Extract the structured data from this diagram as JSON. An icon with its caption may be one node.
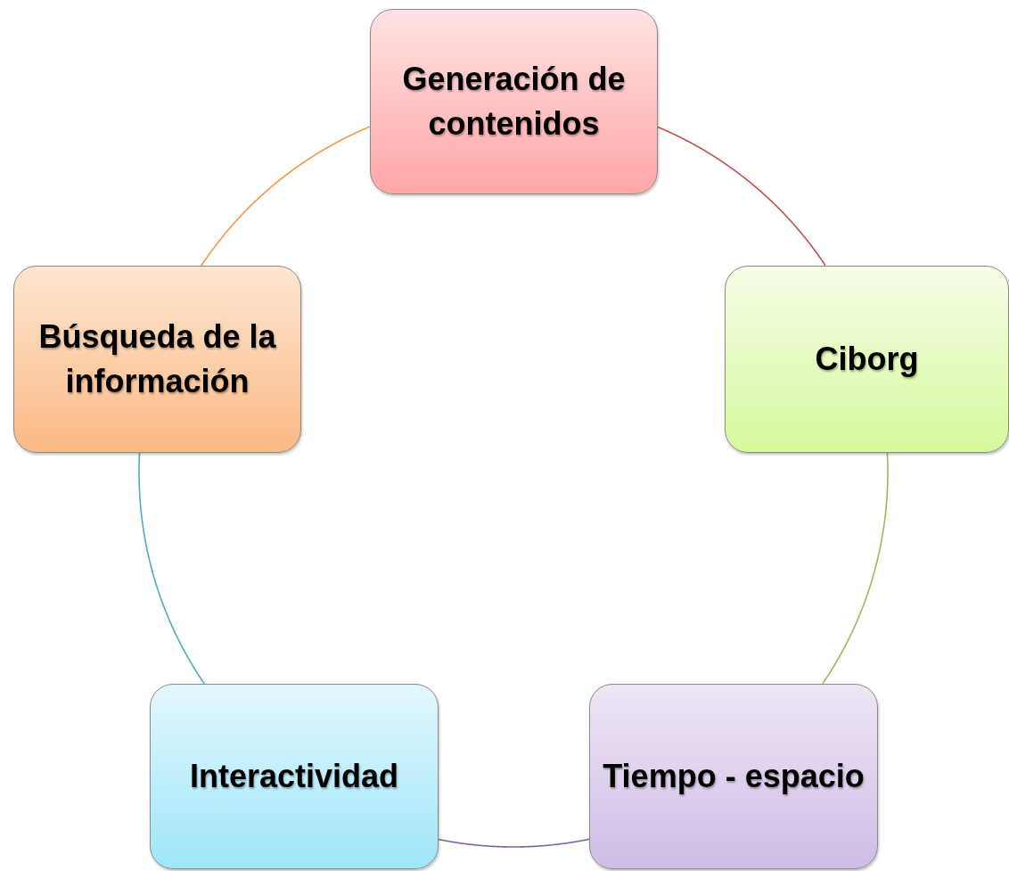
{
  "diagram": {
    "nodes": [
      {
        "text": [
          "Generación de contenidos"
        ]
      },
      {
        "text": [
          "Ciborg"
        ]
      },
      {
        "text": [
          "Tiempo - espacio"
        ]
      },
      {
        "text": [
          "Interactividad"
        ]
      },
      {
        "text": [
          "Búsqueda de la información"
        ]
      }
    ],
    "edges": [
      {
        "from": 0,
        "to": 1,
        "arrow": "none",
        "color": "#c0504d"
      },
      {
        "from": 1,
        "to": 2,
        "arrow": "none",
        "color": "#9bbb59"
      },
      {
        "from": 2,
        "to": 3,
        "arrow": "none",
        "color": "#8064a2"
      },
      {
        "from": 3,
        "to": 4,
        "arrow": "none",
        "color": "#4bacc6"
      },
      {
        "from": 4,
        "to": 0,
        "arrow": "none",
        "color": "#f79646"
      }
    ]
  }
}
